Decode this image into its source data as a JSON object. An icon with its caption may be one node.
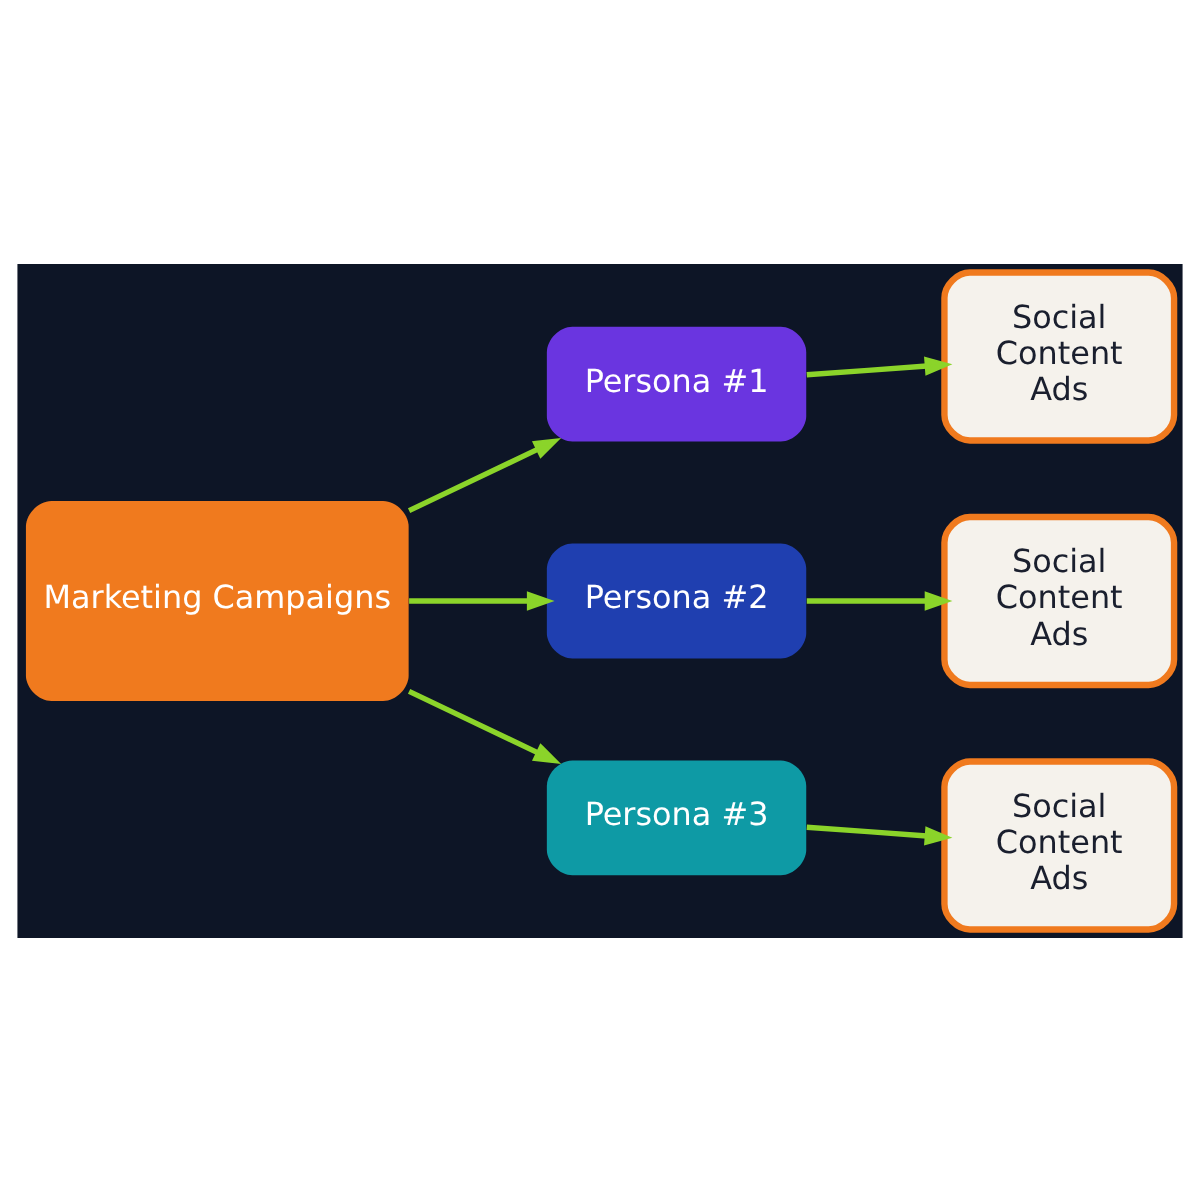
{
  "diagram": {
    "nodes": [
      {
        "text": [
          "Marketing Campaigns"
        ]
      },
      {
        "text": [
          "Persona #1"
        ]
      },
      {
        "text": [
          "Persona #2"
        ]
      },
      {
        "text": [
          "Persona #3"
        ]
      },
      {
        "text": [
          "Social",
          "Content",
          "Ads"
        ]
      },
      {
        "text": [
          "Social",
          "Content",
          "Ads"
        ]
      },
      {
        "text": [
          "Social",
          "Content",
          "Ads"
        ]
      }
    ],
    "edges": [
      {
        "from": 0,
        "to": 1,
        "arrow": "to"
      },
      {
        "from": 0,
        "to": 2,
        "arrow": "to"
      },
      {
        "from": 0,
        "to": 3,
        "arrow": "to"
      },
      {
        "from": 1,
        "to": 4,
        "arrow": "to"
      },
      {
        "from": 2,
        "to": 5,
        "arrow": "to"
      },
      {
        "from": 3,
        "to": 6,
        "arrow": "to"
      }
    ]
  }
}
